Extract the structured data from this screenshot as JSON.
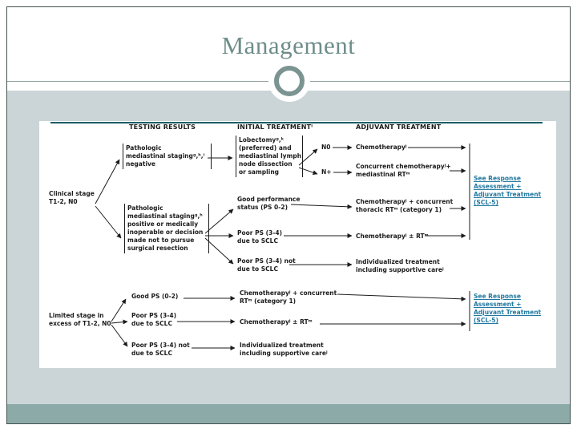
{
  "slide": {
    "title": "Management"
  },
  "colors": {
    "title_text": "#6e8d8a",
    "band": "#cbd5d8",
    "bottom_band": "#8caaa8",
    "ornament_ring": "#7b9492",
    "panel_topline": "#1b5f66",
    "flow_text": "#1b1b1b",
    "flow_link": "#2279a1"
  },
  "flowchart": {
    "column_headers": {
      "testing_results": "TESTING RESULTS",
      "initial_treatment": "INITIAL TREATMENTˡ",
      "adjuvant_treatment": "ADJUVANT TREATMENT"
    },
    "nodes": {
      "clinical_stage": "Clinical stage\nT1-2, N0",
      "path_staging_negative": "Pathologic\nmediastinal stagingᵍ,ʰ,ⁱ\nnegative",
      "lobectomy": "Lobectomyᵍ,ᵏ\n(preferred) and\nmediastinal lymph\nnode dissection\nor sampling",
      "n0": "N0",
      "n_plus": "N+",
      "chemotherapy_top": "Chemotherapyʲ",
      "concurrent_chemo_mediastinal": "Concurrent chemotherapyʲ+\nmediastinal RTᵐ",
      "path_staging_positive": "Pathologic\nmediastinal stagingᵍ,ʰ\npositive or medically\ninoperable or decision\nmade not to pursue\nsurgical resection",
      "good_performance": "Good performance\nstatus (PS 0-2)",
      "chemo_concurrent_thoracic": "Chemotherapyʲ + concurrent\nthoracic RTᵐ (category 1)",
      "poor_ps_sclc_1": "Poor PS (3-4)\ndue to SCLC",
      "chemo_plusminus_rt_1": "Chemotherapyʲ ± RTᵐ",
      "poor_ps_not_sclc_1": "Poor PS (3-4) not\ndue to SCLC",
      "individualized_1": "Individualized treatment\nincluding supportive careʲ",
      "limited_stage": "Limited stage in\nexcess of T1-2, N0",
      "good_ps_2": "Good PS (0-2)",
      "poor_ps_sclc_2": "Poor PS (3-4)\ndue to SCLC",
      "poor_ps_not_sclc_2": "Poor PS (3-4) not\ndue to SCLC",
      "chemo_concurrent_rt_2": "Chemotherapyʲ + concurrent\nRTᵐ (category 1)",
      "chemo_plusminus_rt_2": "Chemotherapyʲ ± RTᵐ",
      "individualized_2": "Individualized treatment\nincluding supportive careʲ"
    },
    "links": {
      "see_response_top": "See Response\nAssessment +\nAdjuvant Treatment\n(SCL-5)",
      "see_response_bottom": "See Response\nAssessment +\nAdjuvant Treatment\n(SCL-5)"
    }
  }
}
